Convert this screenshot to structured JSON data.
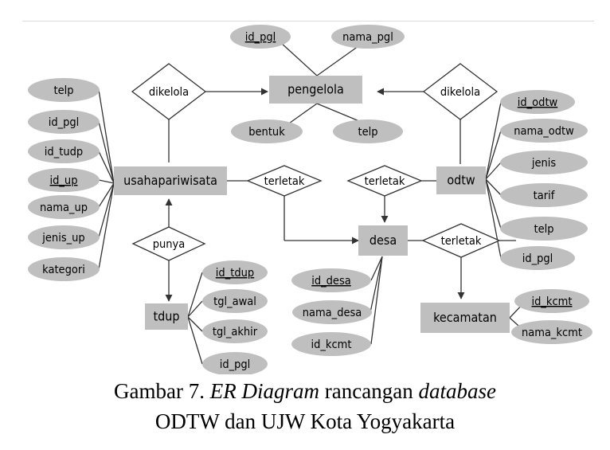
{
  "colors": {
    "shape_fill": "#bfbfbf",
    "line": "#333333",
    "text": "#000000"
  },
  "entities": {
    "pengelola": "pengelola",
    "usahapariwisata": "usahapariwisata",
    "odtw": "odtw",
    "desa": "desa",
    "tdup": "tdup",
    "kecamatan": "kecamatan"
  },
  "relationships": {
    "dikelola_left": "dikelola",
    "dikelola_right": "dikelola",
    "terletak_up_desa": "terletak",
    "terletak_odtw_desa": "terletak",
    "terletak_desa_kec": "terletak",
    "punya": "punya"
  },
  "attributes": {
    "pengelola": [
      {
        "label": "id_pgl",
        "key": true
      },
      {
        "label": "nama_pgl",
        "key": false
      },
      {
        "label": "bentuk",
        "key": false
      },
      {
        "label": "telp",
        "key": false
      }
    ],
    "usahapariwisata": [
      {
        "label": "telp",
        "key": false
      },
      {
        "label": "id_pgl",
        "key": false
      },
      {
        "label": "id_tudp",
        "key": false
      },
      {
        "label": "id_up",
        "key": true
      },
      {
        "label": "nama_up",
        "key": false
      },
      {
        "label": "jenis_up",
        "key": false
      },
      {
        "label": "kategori",
        "key": false
      }
    ],
    "odtw": [
      {
        "label": "id_odtw",
        "key": true
      },
      {
        "label": "nama_odtw",
        "key": false
      },
      {
        "label": "jenis",
        "key": false
      },
      {
        "label": "tarif",
        "key": false
      },
      {
        "label": "telp",
        "key": false
      },
      {
        "label": "id_pgl",
        "key": false
      }
    ],
    "tdup": [
      {
        "label": "id_tdup",
        "key": true
      },
      {
        "label": "tgl_awal",
        "key": false
      },
      {
        "label": "tgl_akhir",
        "key": false
      },
      {
        "label": "id_pgl",
        "key": false
      }
    ],
    "desa": [
      {
        "label": "id_desa",
        "key": true
      },
      {
        "label": "nama_desa",
        "key": false
      },
      {
        "label": "id_kcmt",
        "key": false
      }
    ],
    "kecamatan": [
      {
        "label": "id_kcmt",
        "key": true
      },
      {
        "label": "nama_kcmt",
        "key": false
      }
    ]
  },
  "caption": {
    "part1": "Gambar 7. ",
    "part2": "ER Diagram",
    "part3": " rancangan ",
    "part4": "database",
    "line2": "ODTW dan UJW Kota Yogyakarta"
  }
}
